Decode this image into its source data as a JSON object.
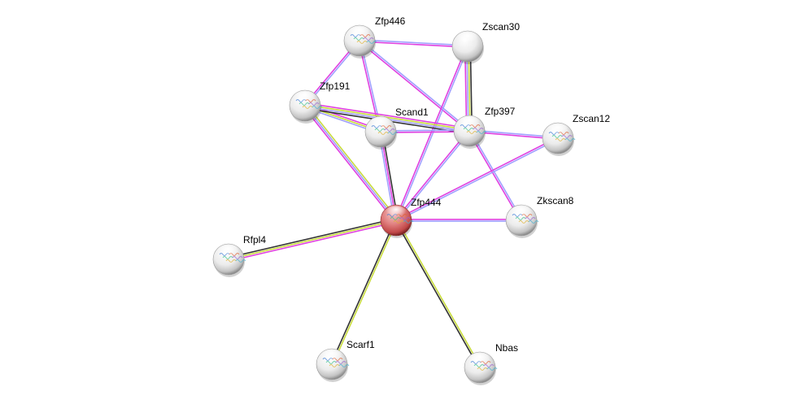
{
  "network": {
    "title": "Protein interaction network",
    "center_node": "Zfp444",
    "edge_colors": {
      "black": "#333333",
      "yellow": "#c8dc3c",
      "blue": "#a0a0ff",
      "magenta": "#e040e0"
    },
    "node_colors": {
      "query": "#d05a5a",
      "default": "#e8e8e8"
    },
    "nodes": [
      {
        "id": "Zfp444",
        "label": "Zfp444",
        "query": true,
        "structure": true
      },
      {
        "id": "Zfp446",
        "label": "Zfp446",
        "query": false,
        "structure": true
      },
      {
        "id": "Zscan30",
        "label": "Zscan30",
        "query": false,
        "structure": false
      },
      {
        "id": "Zfp191",
        "label": "Zfp191",
        "query": false,
        "structure": true
      },
      {
        "id": "Scand1",
        "label": "Scand1",
        "query": false,
        "structure": true
      },
      {
        "id": "Zfp397",
        "label": "Zfp397",
        "query": false,
        "structure": true
      },
      {
        "id": "Zscan12",
        "label": "Zscan12",
        "query": false,
        "structure": true
      },
      {
        "id": "Zkscan8",
        "label": "Zkscan8",
        "query": false,
        "structure": true
      },
      {
        "id": "Rfpl4",
        "label": "Rfpl4",
        "query": false,
        "structure": true
      },
      {
        "id": "Scarf1",
        "label": "Scarf1",
        "query": false,
        "structure": true
      },
      {
        "id": "Nbas",
        "label": "Nbas",
        "query": false,
        "structure": true
      }
    ],
    "edges": [
      {
        "source": "Zfp446",
        "target": "Zscan30",
        "evidence": [
          "blue",
          "magenta"
        ]
      },
      {
        "source": "Zfp446",
        "target": "Zfp191",
        "evidence": [
          "blue",
          "magenta"
        ]
      },
      {
        "source": "Zfp446",
        "target": "Scand1",
        "evidence": [
          "blue",
          "magenta"
        ]
      },
      {
        "source": "Zfp446",
        "target": "Zfp397",
        "evidence": [
          "blue",
          "magenta"
        ]
      },
      {
        "source": "Zscan30",
        "target": "Zfp397",
        "evidence": [
          "black",
          "yellow",
          "blue",
          "magenta"
        ]
      },
      {
        "source": "Zscan30",
        "target": "Zfp444",
        "evidence": [
          "blue",
          "magenta"
        ]
      },
      {
        "source": "Zfp191",
        "target": "Scand1",
        "evidence": [
          "magenta",
          "yellow",
          "blue"
        ]
      },
      {
        "source": "Zfp191",
        "target": "Zfp397",
        "evidence": [
          "magenta",
          "yellow",
          "blue",
          "black"
        ]
      },
      {
        "source": "Zfp191",
        "target": "Zfp444",
        "evidence": [
          "yellow",
          "blue",
          "magenta"
        ]
      },
      {
        "source": "Scand1",
        "target": "Zfp397",
        "evidence": [
          "blue",
          "magenta"
        ]
      },
      {
        "source": "Scand1",
        "target": "Zfp444",
        "evidence": [
          "black",
          "magenta",
          "blue"
        ]
      },
      {
        "source": "Zfp397",
        "target": "Zscan12",
        "evidence": [
          "blue",
          "magenta"
        ]
      },
      {
        "source": "Zfp397",
        "target": "Zfp444",
        "evidence": [
          "blue",
          "magenta"
        ]
      },
      {
        "source": "Zfp397",
        "target": "Zkscan8",
        "evidence": [
          "blue",
          "magenta"
        ]
      },
      {
        "source": "Zscan12",
        "target": "Zfp444",
        "evidence": [
          "blue",
          "magenta"
        ]
      },
      {
        "source": "Zkscan8",
        "target": "Zfp444",
        "evidence": [
          "blue",
          "magenta"
        ]
      },
      {
        "source": "Rfpl4",
        "target": "Zfp444",
        "evidence": [
          "black",
          "yellow",
          "magenta"
        ]
      },
      {
        "source": "Scarf1",
        "target": "Zfp444",
        "evidence": [
          "black",
          "yellow"
        ]
      },
      {
        "source": "Nbas",
        "target": "Zfp444",
        "evidence": [
          "black",
          "yellow"
        ]
      }
    ]
  }
}
